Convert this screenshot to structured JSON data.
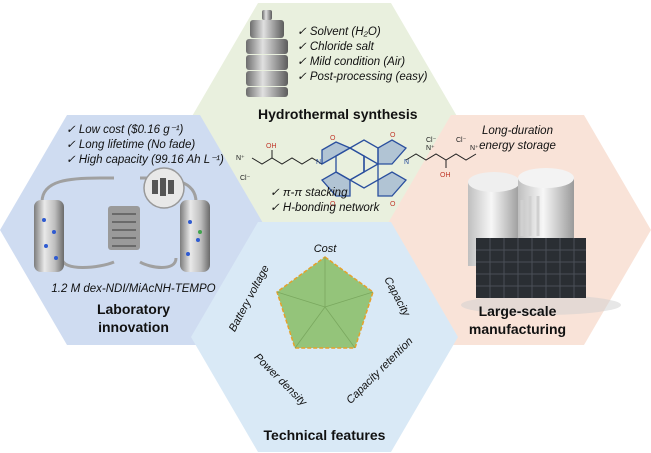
{
  "figure": {
    "colors": {
      "top": "#e9f0de",
      "left": "#cfdcf1",
      "right": "#f9e3d8",
      "bottom": "#d9e9f6",
      "pentagon_fill": "#94c47a",
      "pentagon_stroke": "#e6a12b"
    },
    "top": {
      "title": "Hydrothermal synthesis",
      "checks": [
        "Solvent (H₂O)",
        "Chloride salt",
        "Mild  condition (Air)",
        "Post-processing (easy)"
      ],
      "features": [
        "π-π stacking",
        "H-bonding network"
      ],
      "molecule": {
        "oh": "OH",
        "o": "O",
        "n": "N",
        "cl": "Cl⁻",
        "nplus": "N⁺"
      }
    },
    "left": {
      "title_line1": "Laboratory",
      "title_line2": "innovation",
      "checks": [
        "Low cost ($0.16 g⁻¹)",
        "Long lifetime (No fade)",
        "High capacity (99.16 Ah L⁻¹)"
      ],
      "caption": "1.2 M dex-NDI/MiAcNH-TEMPO"
    },
    "right": {
      "caption_line1": "Long-duration",
      "caption_line2": "energy storage",
      "title_line1": "Large-scale",
      "title_line2": "manufacturing"
    },
    "bottom": {
      "title": "Technical features",
      "axes": [
        "Cost",
        "Capacity",
        "Capacity retention",
        "Power density",
        "Battery voltage"
      ]
    }
  }
}
